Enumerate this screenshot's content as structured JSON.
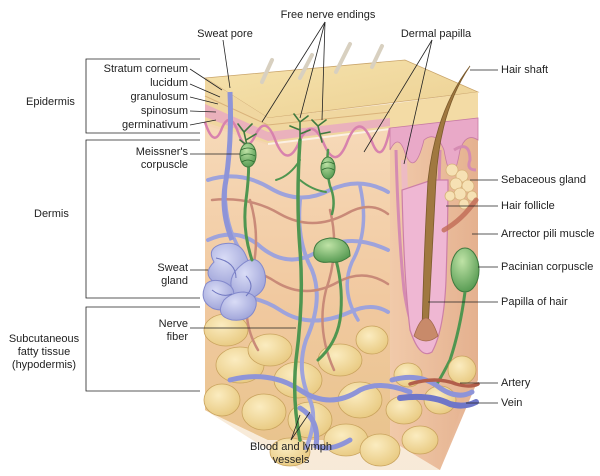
{
  "labels": {
    "free_nerve_endings": "Free nerve endings",
    "sweat_pore": "Sweat pore",
    "dermal_papilla": "Dermal papilla",
    "stratum_corneum": "Stratum corneum",
    "lucidum": "lucidum",
    "granulosum": "granulosum",
    "spinosum": "spinosum",
    "germinativum": "germinativum",
    "epidermis": "Epidermis",
    "meissners_line1": "Meissner's",
    "meissners_line2": "corpuscle",
    "dermis": "Dermis",
    "sweat_gland_line1": "Sweat",
    "sweat_gland_line2": "gland",
    "subcutaneous_line1": "Subcutaneous",
    "subcutaneous_line2": "fatty tissue",
    "subcutaneous_line3": "(hypodermis)",
    "nerve_fiber_line1": "Nerve",
    "nerve_fiber_line2": "fiber",
    "blood_lymph_line1": "Blood and lymph",
    "blood_lymph_line2": "vessels",
    "hair_shaft": "Hair shaft",
    "sebaceous_gland": "Sebaceous gland",
    "hair_follicle": "Hair follicle",
    "arrector_pili": "Arrector pili muscle",
    "pacinian": "Pacinian corpuscle",
    "papilla_of_hair": "Papilla of hair",
    "artery": "Artery",
    "vein": "Vein"
  },
  "colors": {
    "epidermis_top": "#f2dca0",
    "dermis": "#f3cfa8",
    "dermis_side": "#e9b994",
    "fat": "#f4dc9c",
    "vein": "#8e94d8",
    "artery": "#c4745c",
    "nerve": "#5aa55a",
    "papilla_layer": "#e7a9c8",
    "hair": "#a07840"
  }
}
